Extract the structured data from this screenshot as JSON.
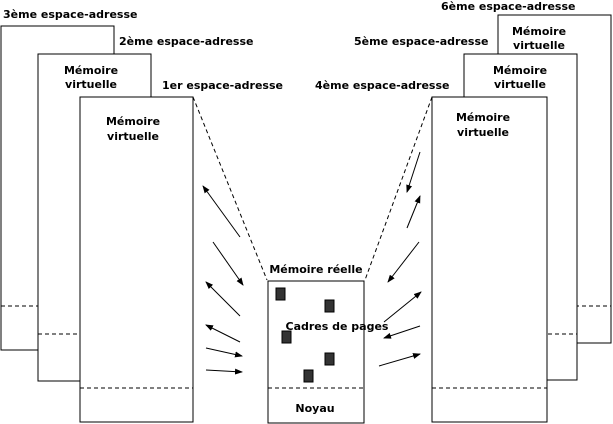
{
  "address_spaces": {
    "first": "1er espace-adresse",
    "second": "2ème espace-adresse",
    "third": "3ème espace-adresse",
    "fourth": "4ème espace-adresse",
    "fifth": "5ème espace-adresse",
    "sixth": "6ème espace-adresse"
  },
  "virtual_memory": {
    "line1": "Mémoire",
    "line2": "virtuelle"
  },
  "real_memory": {
    "title": "Mémoire réelle",
    "page_frames": "Cadres de pages",
    "kernel": "Noyau"
  },
  "colors": {
    "stroke": "#000000",
    "background": "#ffffff",
    "page_frame_fill": "#333333"
  }
}
